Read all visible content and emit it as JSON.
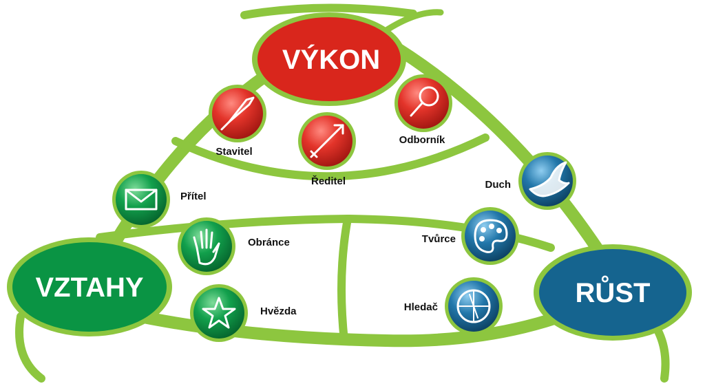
{
  "colors": {
    "frame": "#8dc63f",
    "frame_dark": "#6fa82a",
    "red": "#d9261c",
    "green": "#0a9444",
    "blue": "#15648f"
  },
  "hubs": {
    "top": {
      "label": "VÝKON"
    },
    "left": {
      "label": "VZTAHY"
    },
    "right": {
      "label": "RŮST"
    }
  },
  "roles": {
    "stavitel": {
      "label": "Stavitel",
      "icon": "trowel-icon"
    },
    "reditel": {
      "label": "Ředitel",
      "icon": "arrow-icon"
    },
    "odbornik": {
      "label": "Odborník",
      "icon": "magnifier-icon"
    },
    "pritel": {
      "label": "Přítel",
      "icon": "envelope-icon"
    },
    "obrance": {
      "label": "Obránce",
      "icon": "hand-icon"
    },
    "hvezda": {
      "label": "Hvězda",
      "icon": "star-icon"
    },
    "duch": {
      "label": "Duch",
      "icon": "dove-icon"
    },
    "tvurce": {
      "label": "Tvůrce",
      "icon": "palette-icon"
    },
    "hledac": {
      "label": "Hledač",
      "icon": "compass-icon"
    }
  }
}
